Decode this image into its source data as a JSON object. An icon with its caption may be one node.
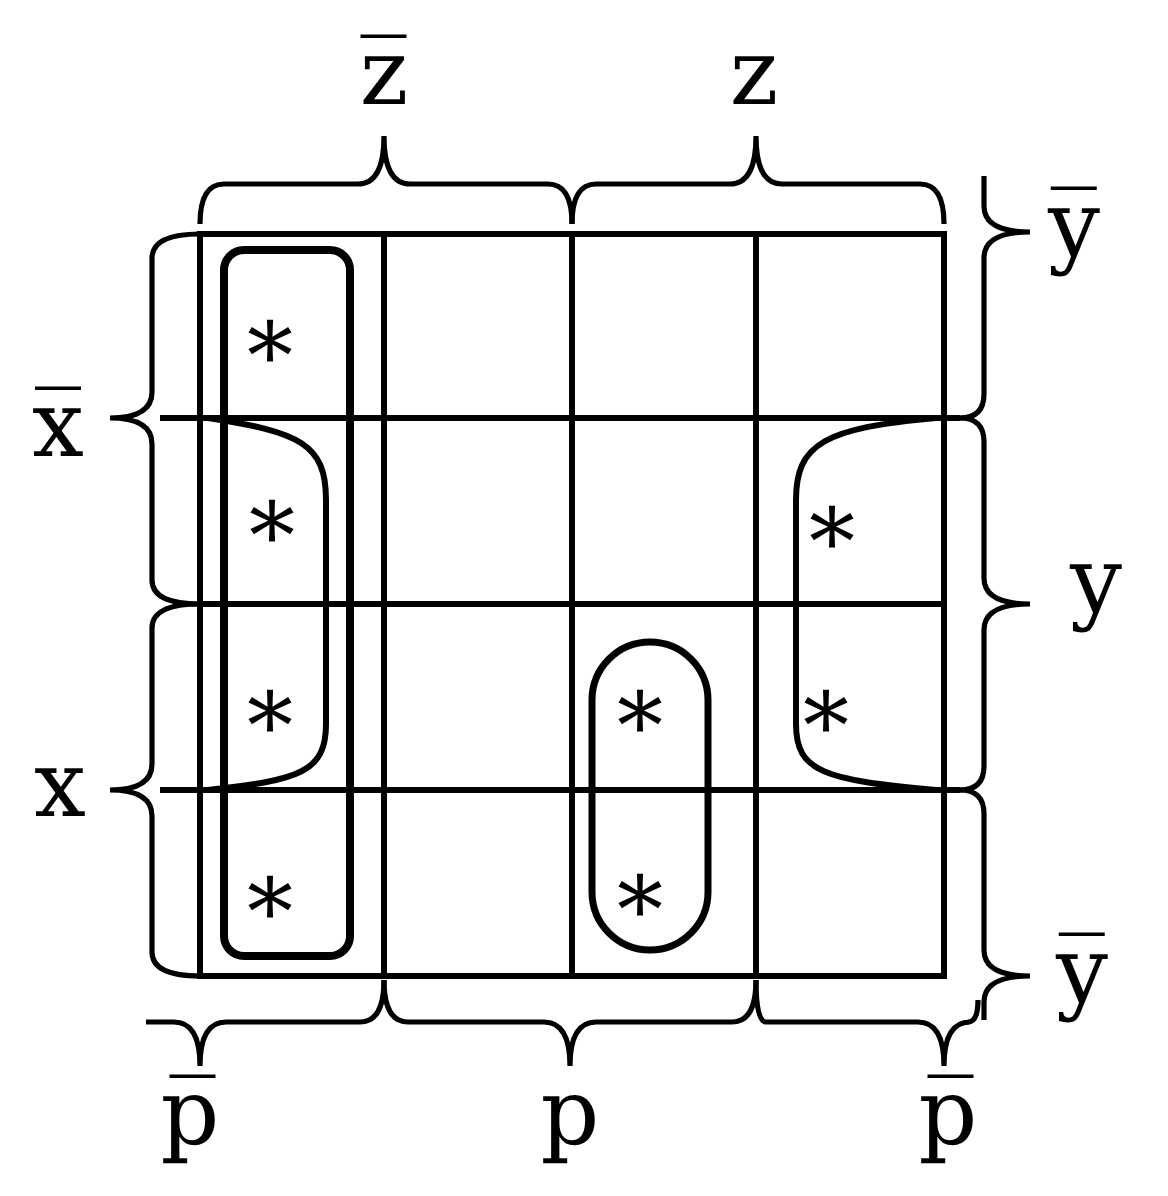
{
  "diagram": {
    "labels": [
      "z̅",
      "z",
      "y̅",
      "*",
      "x̅",
      "*",
      "*",
      "y",
      "*",
      "*",
      "*",
      "x",
      "*",
      "*",
      "y̅",
      "p̅",
      "p",
      "p̅"
    ]
  }
}
